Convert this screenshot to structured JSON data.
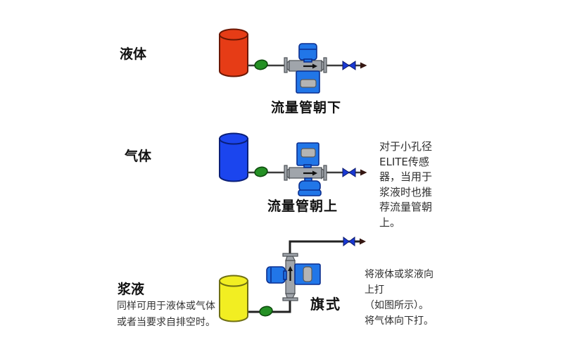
{
  "colors": {
    "tank_red": "#e63c16",
    "tank_red_stroke": "#6b1703",
    "tank_blue": "#1b45ee",
    "tank_blue_stroke": "#0a1f78",
    "tank_yellow": "#f2ee22",
    "tank_yellow_stroke": "#6f6f12",
    "meter_blue": "#2176e8",
    "meter_blue_stroke": "#0b2f8f",
    "meter_gray": "#a0a5ab",
    "meter_gray_stroke": "#4e5256",
    "screen_gray": "#b4b4b4",
    "screen_gray_stroke": "#5a5a5a",
    "valve_green": "#249024",
    "valve_green_stroke": "#0d4a0d",
    "valve_blue": "#1939d4",
    "valve_blue_stroke": "#0a1766",
    "pipe": "#3c3c3c",
    "pipe_dark": "#222222",
    "ink": "#111111",
    "arrow_end": "#351712"
  },
  "sections": [
    {
      "id": "liquid",
      "label": "液体",
      "caption": "流量管朝下"
    },
    {
      "id": "gas",
      "label": "气体",
      "caption": "流量管朝上",
      "side_note": "对于小孔径\nELITE传感\n器，当用于\n浆液时也推\n荐流量管朝\n上。"
    },
    {
      "id": "slurry",
      "label": "浆液",
      "note": "同样可用于液体或气体\n或者当要求自排空时。",
      "caption": "旗式",
      "side_note": "将液体或浆液向\n上打\n（如图所示）。\n将气体向下打。"
    }
  ]
}
